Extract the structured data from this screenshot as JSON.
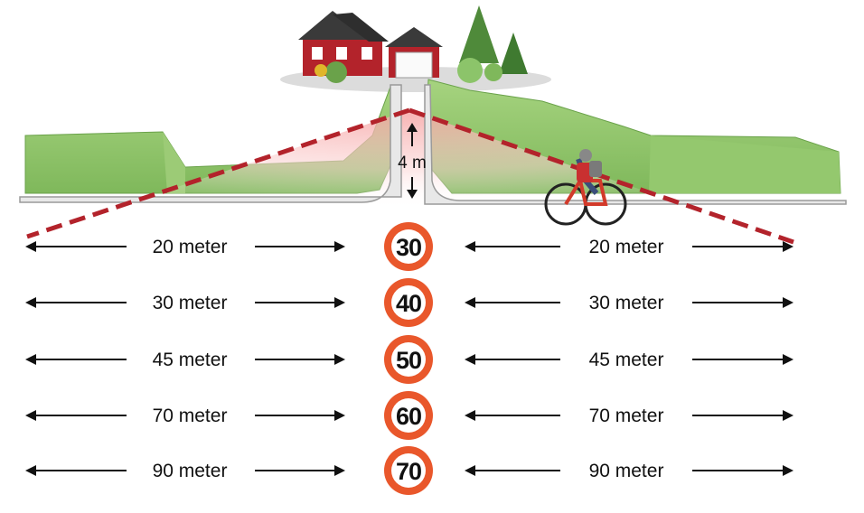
{
  "height_label": "4 m",
  "rows": [
    {
      "speed": "30",
      "left_distance": "20 meter",
      "right_distance": "20 meter"
    },
    {
      "speed": "40",
      "left_distance": "30 meter",
      "right_distance": "30 meter"
    },
    {
      "speed": "50",
      "left_distance": "45 meter",
      "right_distance": "45 meter"
    },
    {
      "speed": "60",
      "left_distance": "70 meter",
      "right_distance": "70 meter"
    },
    {
      "speed": "70",
      "left_distance": "90 meter",
      "right_distance": "90 meter"
    }
  ],
  "colors": {
    "sign_ring": "#e9572b",
    "sight_line": "#b3232b",
    "hedge": "#8cc46a",
    "house": "#b3232b"
  },
  "icons": [
    "house-icon",
    "garage-icon",
    "tree-icon",
    "cyclist-icon",
    "speed-sign-icon"
  ]
}
